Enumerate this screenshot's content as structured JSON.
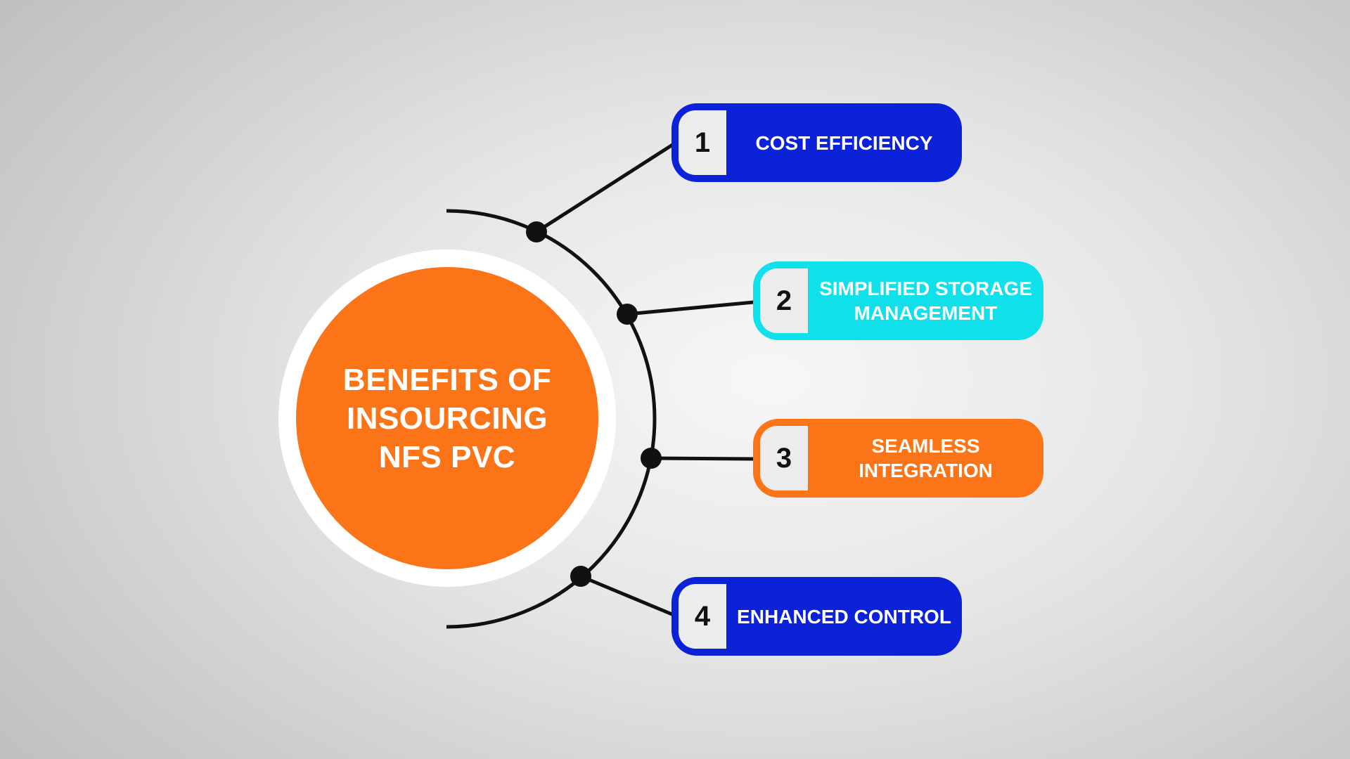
{
  "colors": {
    "orange": "#fb7418",
    "blue": "#0b22d8",
    "cyan": "#0fe0ea",
    "connector": "#111111"
  },
  "hub": {
    "title": "BENEFITS OF\nINSOURCING\nNFS PVC"
  },
  "benefits": [
    {
      "number": "1",
      "label": "COST EFFICIENCY",
      "color": "#0b22d8"
    },
    {
      "number": "2",
      "label": "SIMPLIFIED STORAGE\nMANAGEMENT",
      "color": "#0fe0ea"
    },
    {
      "number": "3",
      "label": "SEAMLESS\nINTEGRATION",
      "color": "#fb7418"
    },
    {
      "number": "4",
      "label": "ENHANCED CONTROL",
      "color": "#0b22d8"
    }
  ]
}
